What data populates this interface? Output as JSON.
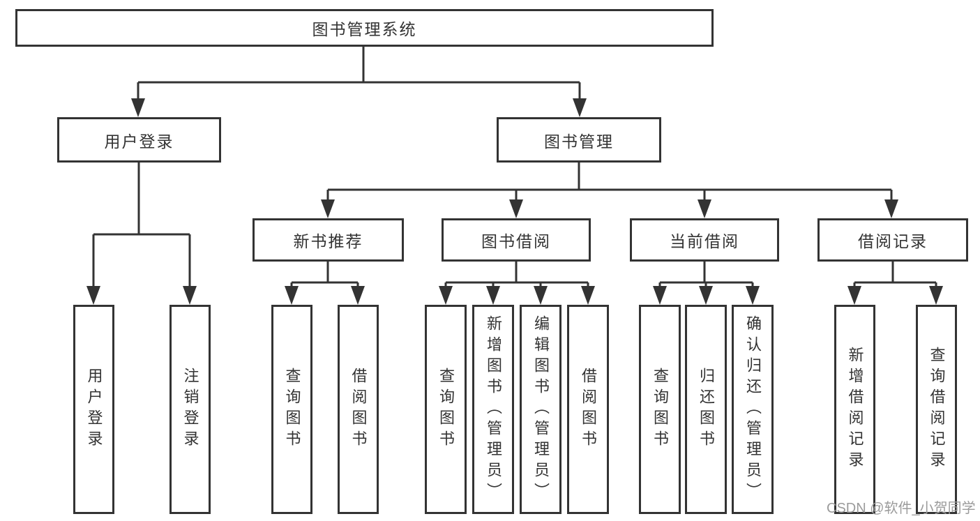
{
  "nodes": {
    "root": {
      "label": "图书管理系统"
    },
    "level2": [
      {
        "label": "用户登录"
      },
      {
        "label": "图书管理"
      }
    ],
    "level3": [
      {
        "label": "新书推荐"
      },
      {
        "label": "图书借阅"
      },
      {
        "label": "当前借阅"
      },
      {
        "label": "借阅记录"
      }
    ],
    "leaves": {
      "user_login": [
        {
          "label": "用户登录"
        },
        {
          "label": "注销登录"
        }
      ],
      "new_book_recommend": [
        {
          "label": "查询图书"
        },
        {
          "label": "借阅图书"
        }
      ],
      "book_borrow": [
        {
          "label": "查询图书"
        },
        {
          "label": "新增图书（管理员）"
        },
        {
          "label": "编辑图书（管理员）"
        },
        {
          "label": "借阅图书"
        }
      ],
      "current_borrow": [
        {
          "label": "查询图书"
        },
        {
          "label": "归还图书"
        },
        {
          "label": "确认归还（管理员）"
        }
      ],
      "borrow_records": [
        {
          "label": "新增借阅记录"
        },
        {
          "label": "查询借阅记录"
        }
      ]
    }
  },
  "watermark": {
    "text": "CSDN @软件_小贺同学"
  },
  "colors": {
    "line": "#333333",
    "text": "#333333",
    "background": "#ffffff",
    "watermark": "#9b9b9b"
  }
}
